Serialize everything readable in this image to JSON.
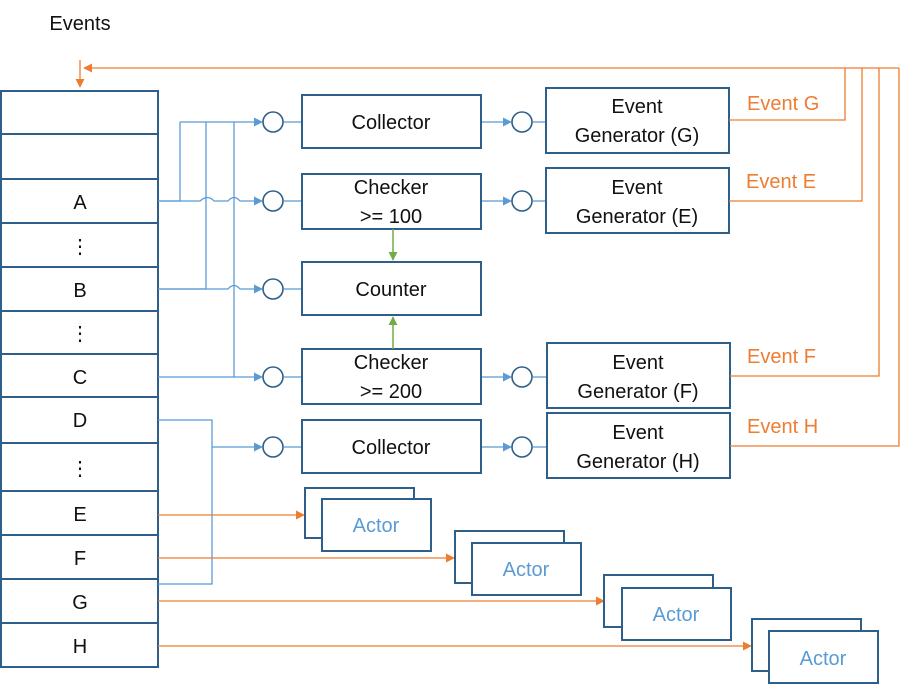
{
  "title": "Events",
  "colors": {
    "box_border": "#2e5f8a",
    "blue_line": "#5b9bd5",
    "orange": "#ed7d31",
    "green": "#70ad47"
  },
  "queue": [
    "",
    "",
    "A",
    "⋮",
    "B",
    "⋮",
    "C",
    "D",
    "⋮",
    "E",
    "F",
    "G",
    "H"
  ],
  "components": {
    "collector_top": "Collector",
    "checker_100": [
      "Checker",
      ">= 100"
    ],
    "counter": "Counter",
    "checker_200": [
      "Checker",
      ">= 200"
    ],
    "collector_bottom": "Collector"
  },
  "generators": {
    "g": [
      "Event",
      "Generator (G)"
    ],
    "e": [
      "Event",
      "Generator (E)"
    ],
    "f": [
      "Event",
      "Generator (F)"
    ],
    "h": [
      "Event",
      "Generator (H)"
    ]
  },
  "event_labels": {
    "g": "Event G",
    "e": "Event E",
    "f": "Event F",
    "h": "Event H"
  },
  "actor_label": "Actor"
}
